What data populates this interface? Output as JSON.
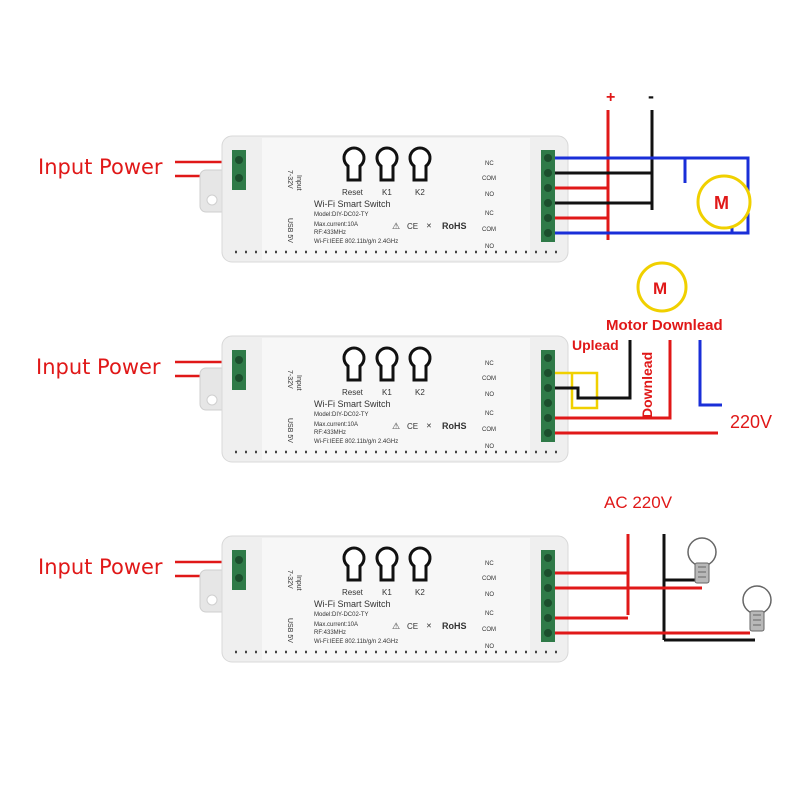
{
  "diagrams": [
    {
      "input_label": "Input Power",
      "labels": {
        "plus": "+",
        "minus": "-",
        "motor": "M"
      }
    },
    {
      "input_label": "Input Power",
      "labels": {
        "motor": "M",
        "motor_downlead": "Motor Downlead",
        "uplead": "Uplead",
        "downlead": "Downlead",
        "voltage": "220V"
      }
    },
    {
      "input_label": "Input Power",
      "labels": {
        "ac_voltage": "AC 220V"
      }
    }
  ],
  "device": {
    "buttons": [
      "Reset",
      "K1",
      "K2"
    ],
    "input_label": "Input",
    "input_voltage": "7-32V",
    "usb_label": "USB 5V",
    "title": "Wi-Fi Smart Switch",
    "model": "Model:DIY-DC02-TY",
    "max_current": "Max.current:10A",
    "rf": "RF:433MHz",
    "wifi": "Wi-Fi:IEEE 802.11b/g/n 2.4GHz",
    "rohs": "RoHS",
    "warn_symbol": "⚠",
    "ce_mark": "CE",
    "weee_mark": "✕",
    "terminals": [
      "NC",
      "COM",
      "NO",
      "NC",
      "COM",
      "NO"
    ]
  },
  "colors": {
    "red": "#e01818",
    "blue": "#1a2fd8",
    "black": "#111111",
    "yellow": "#f0d000",
    "housing": "#efefef",
    "terminal_green": "#2f7a48"
  }
}
